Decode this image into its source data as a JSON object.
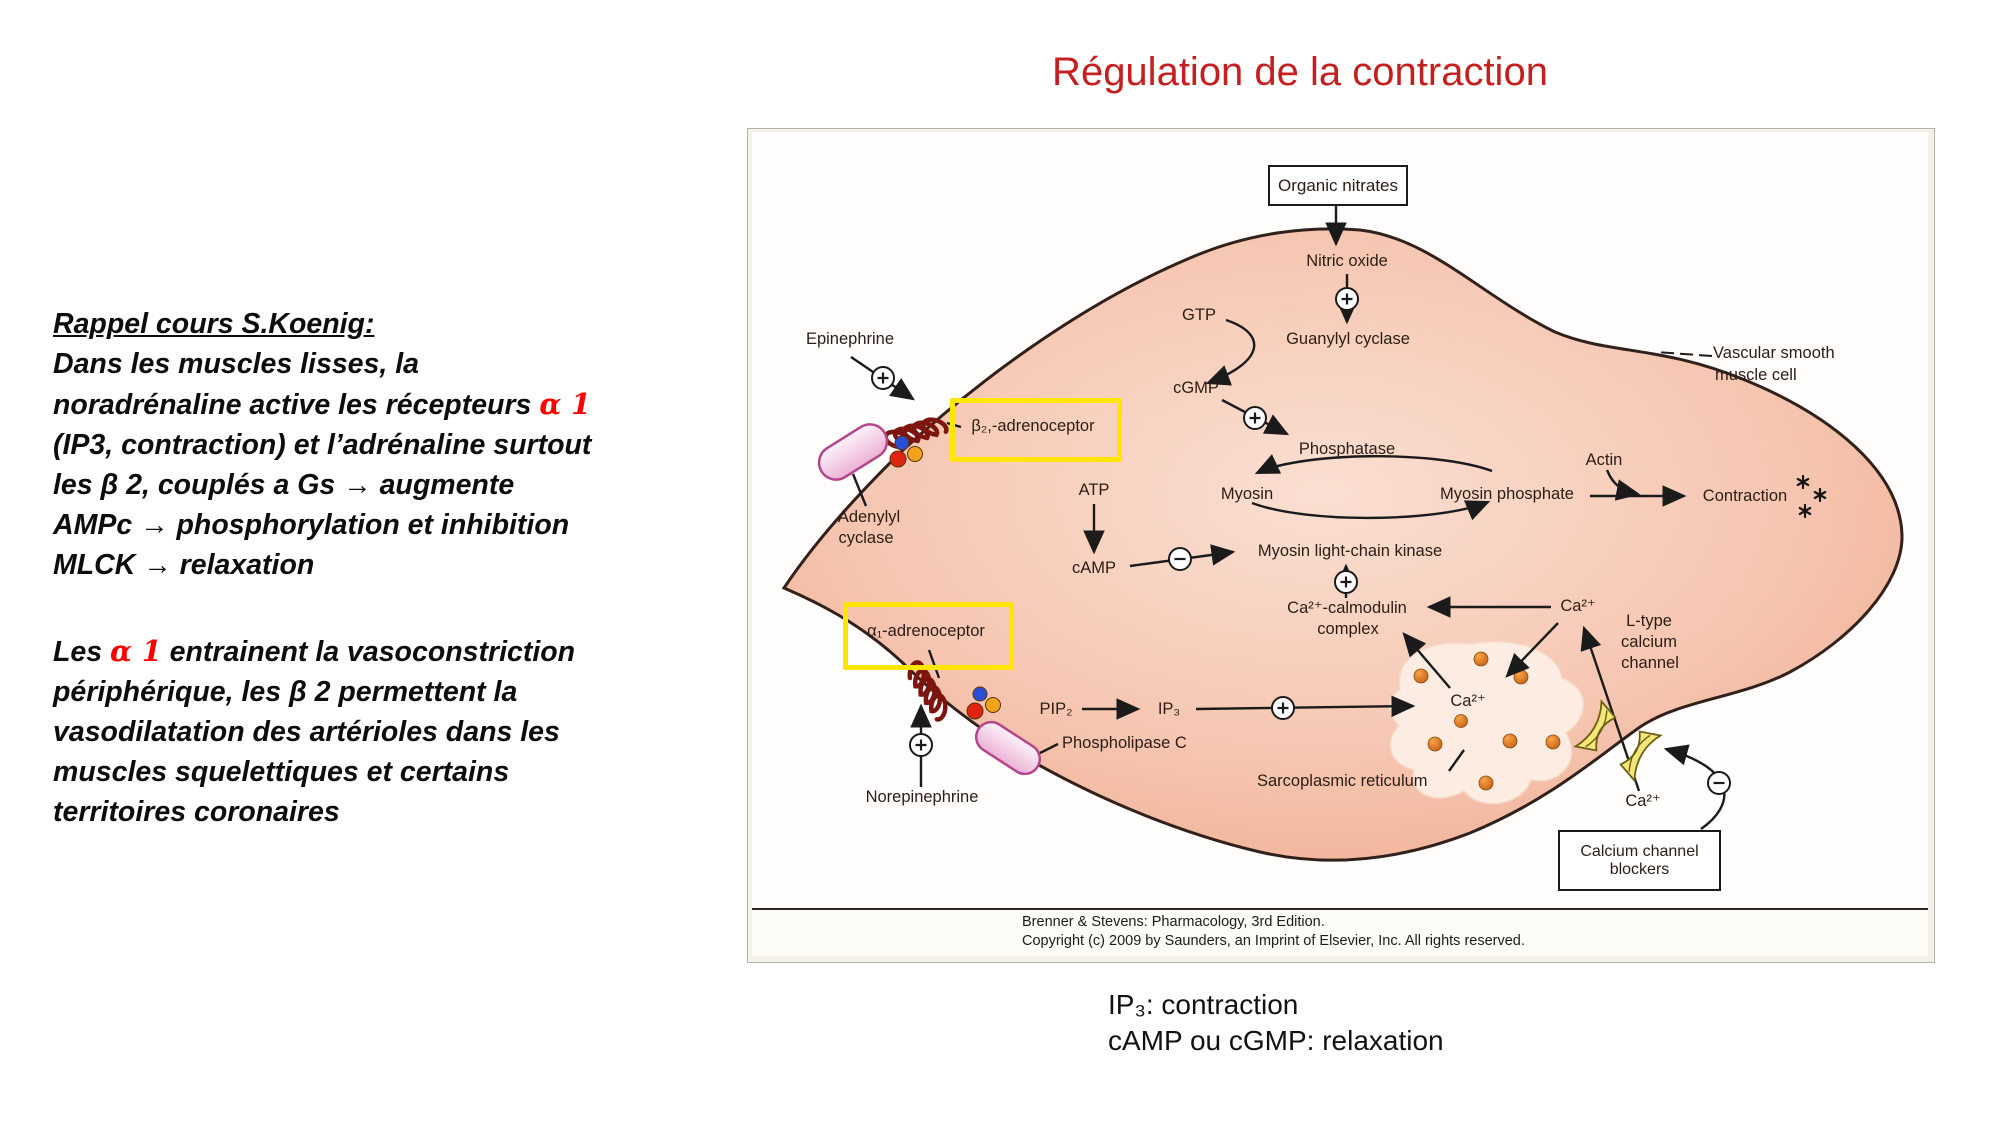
{
  "title": "Régulation de la contraction",
  "notes": {
    "heading": "Rappel cours S.Koenig:",
    "p1_l1": "Dans les muscles lisses, la",
    "p1_l2a": "noradrénaline active les récepteurs ",
    "p1_l2b": "α 1",
    "p1_l3": "(IP3, contraction) et l’adrénaline surtout",
    "p1_l4": "les β 2, couplés a Gs →  augmente",
    "p1_l5": "AMPc → phosphorylation et inhibition",
    "p1_l6": "MLCK → relaxation",
    "p2_l1a": "Les ",
    "p2_l1b": "α 1",
    "p2_l1c": " entrainent la vasoconstriction",
    "p2_l2": "périphérique, les β 2 permettent la",
    "p2_l3": "vasodilatation des artérioles dans les",
    "p2_l4": "muscles squelettiques et certains",
    "p2_l5": "territoires coronaires"
  },
  "figure": {
    "organic_nitrates": "Organic nitrates",
    "nitric_oxide": "Nitric oxide",
    "gtp": "GTP",
    "guanylyl_cyclase": "Guanylyl cyclase",
    "cgmp": "cGMP",
    "phosphatase": "Phosphatase",
    "myosin": "Myosin",
    "myosin_phosphate": "Myosin phosphate",
    "actin": "Actin",
    "contraction": "Contraction",
    "vascular_l1": "Vascular smooth",
    "vascular_l2": "muscle cell",
    "atp": "ATP",
    "camp": "cAMP",
    "mlck": "Myosin light-chain kinase",
    "ca_calmodulin_l1": "Ca²⁺-calmodulin",
    "ca_calmodulin_l2": "complex",
    "ca2": "Ca²⁺",
    "ltype_l1": "L-type",
    "ltype_l2": "calcium",
    "ltype_l3": "channel",
    "sarcoplasmic_reticulum": "Sarcoplasmic reticulum",
    "pip2": "PIP₂",
    "ip3": "IP₃",
    "phospholipase_c": "Phospholipase C",
    "adenylyl_l1": "Adenylyl",
    "adenylyl_l2": "cyclase",
    "epinephrine": "Epinephrine",
    "norepinephrine": "Norepinephrine",
    "beta2_receptor": "β₂,-adrenoceptor",
    "alpha1_receptor": "α₁-adrenoceptor",
    "calcium_blockers_l1": "Calcium channel",
    "calcium_blockers_l2": "blockers",
    "caption_l1": "Brenner & Stevens: Pharmacology, 3rd Edition.",
    "caption_l2": "Copyright (c) 2009 by Saunders, an Imprint of Elsevier, Inc. All rights reserved."
  },
  "footer": {
    "ip3_line": "IP₃: contraction",
    "camp_line": "cAMP ou cGMP: relaxation"
  },
  "colors": {
    "title_red": "#c42020",
    "accent_red": "#ff0000",
    "highlight_yellow": "#ffe600",
    "cell_fill": "#f5c2ac",
    "sr_fill": "#fcece1",
    "calcium_dot": "#e0761e",
    "channel_yellow": "#f3e67b",
    "pill_pink": "#f4c9e0"
  }
}
